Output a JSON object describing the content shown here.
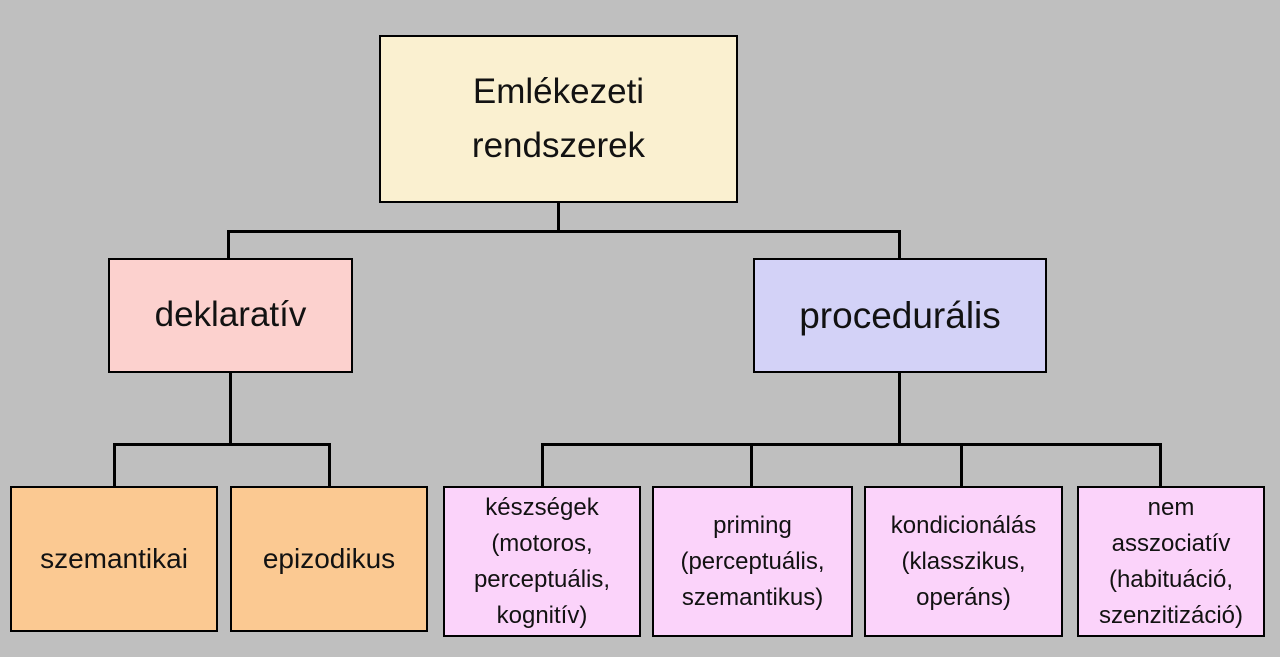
{
  "page": {
    "background": "#BFBFBF"
  },
  "diagram": {
    "type": "tree",
    "title": "Emlékezeti rendszerek",
    "line_color": "#000000",
    "nodes": {
      "root": {
        "label": "Emlékezeti\nrendszerek",
        "color": "#FAF0D0"
      },
      "deklarativ": {
        "label": "deklaratív",
        "color": "#FCD1CE"
      },
      "proceduralis": {
        "label": "procedurális",
        "color": "#D3D2F7"
      },
      "szemantikai": {
        "label": "szemantikai",
        "color": "#FBC992"
      },
      "epizodikus": {
        "label": "epizodikus",
        "color": "#FBC992"
      },
      "keszsegek": {
        "label": "készségek\n(motoros,\nperceptuális,\nkognitív)",
        "color": "#FBD3FA"
      },
      "priming": {
        "label": "priming\n(perceptuális,\nszemantikus)",
        "color": "#FBD3FA"
      },
      "kondicionalas": {
        "label": "kondicionálás\n(klasszikus,\noperáns)",
        "color": "#FBD3FA"
      },
      "nem_asszociativ": {
        "label": "nem\nasszociatív\n(habituáció,\nszenzitizáció)",
        "color": "#FBD3FA"
      }
    },
    "edges": [
      {
        "from": "root",
        "to": "deklarativ"
      },
      {
        "from": "root",
        "to": "proceduralis"
      },
      {
        "from": "deklarativ",
        "to": "szemantikai"
      },
      {
        "from": "deklarativ",
        "to": "epizodikus"
      },
      {
        "from": "proceduralis",
        "to": "keszsegek"
      },
      {
        "from": "proceduralis",
        "to": "priming"
      },
      {
        "from": "proceduralis",
        "to": "kondicionalas"
      },
      {
        "from": "proceduralis",
        "to": "nem_asszociativ"
      }
    ]
  }
}
